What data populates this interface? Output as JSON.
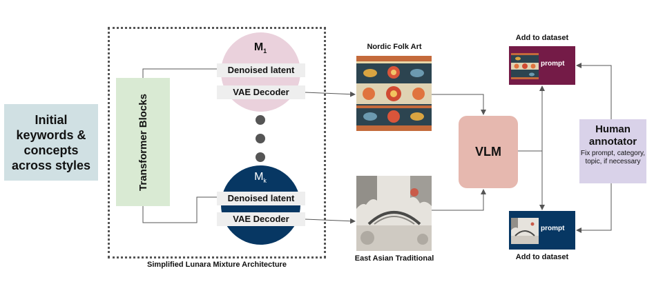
{
  "initial_box": {
    "text": "Initial keywords & concepts across styles"
  },
  "architecture": {
    "caption": "Simplified Lunara Mixture Architecture",
    "transformer_label": "Transformer Blocks",
    "model_top": {
      "name": "M",
      "subscript": "1"
    },
    "model_bottom": {
      "name": "M",
      "subscript": "k"
    },
    "denoised_latent_label": "Denoised latent",
    "vae_decoder_label": "VAE Decoder"
  },
  "images": {
    "top_title": "Nordic Folk Art",
    "bottom_title": "East Asian Traditional"
  },
  "vlm_label": "VLM",
  "dataset": {
    "top_title": "Add to dataset",
    "bottom_title": "Add to dataset",
    "prompt_label": "prompt"
  },
  "human_annotator": {
    "title": "Human annotator",
    "description": "Fix prompt, category, topic, if necessary"
  },
  "colors": {
    "initial_box": "#d0e0e3",
    "transformer": "#d9ead3",
    "model_top_circle": "#ead1dc",
    "model_bottom_circle": "#073763",
    "vlm": "#e6b8af",
    "dataset_top": "#741b47",
    "dataset_bottom": "#073763",
    "human_annotator": "#d9d2e9"
  }
}
